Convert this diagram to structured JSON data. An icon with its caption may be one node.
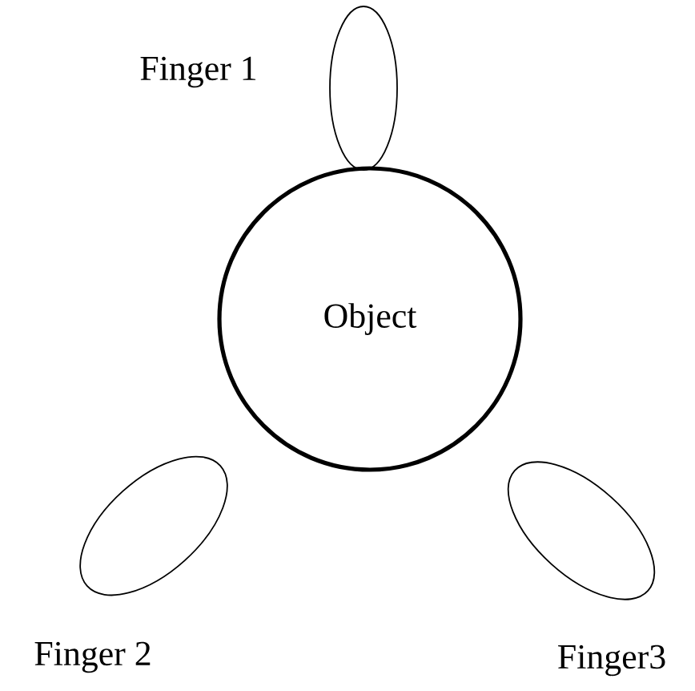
{
  "diagram": {
    "nodes": [
      {
        "text": [],
        "shape": "ellipse",
        "beside": [
          "Finger 1"
        ]
      },
      {
        "text": [
          "Object"
        ]
      },
      {
        "text": [],
        "shape": "ellipse",
        "beside": [
          "Finger 2"
        ]
      },
      {
        "text": [],
        "shape": "ellipse",
        "beside": [
          "Finger3"
        ]
      }
    ]
  }
}
